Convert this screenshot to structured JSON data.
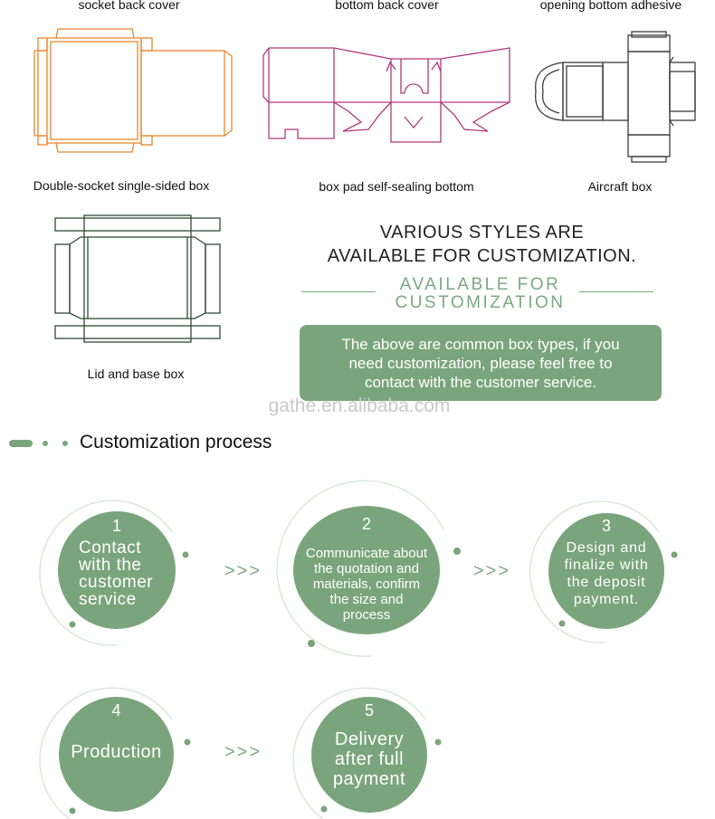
{
  "top_captions": {
    "left": "socket back cover",
    "middle": "bottom back cover",
    "right": "opening bottom adhesive"
  },
  "box_types": [
    {
      "label": "Double-socket single-sided box",
      "color": "#e8872f"
    },
    {
      "label": "box pad self-sealing bottom",
      "color": "#b0387a"
    },
    {
      "label": "Aircraft box",
      "color": "#3d3d3d"
    },
    {
      "label": "Lid and base box",
      "color": "#2f4a36"
    }
  ],
  "headline": {
    "line1": "VARIOUS STYLES ARE",
    "line2": "AVAILABLE FOR CUSTOMIZATION."
  },
  "available": {
    "line1": "AVAILABLE FOR",
    "line2": "CUSTOMIZATION"
  },
  "notice": {
    "line1": "The above are common box types, if you",
    "line2": "need customization, please feel free to",
    "line3": "contact with the customer service."
  },
  "watermark": "gathe.en.alibaba.com",
  "section_title": "Customization process",
  "steps": [
    {
      "num": "1",
      "lines": [
        "Contact",
        "with the",
        "customer",
        "service"
      ]
    },
    {
      "num": "2",
      "lines": [
        "Communicate about",
        "the quotation and",
        "materials, confirm",
        "the size and",
        "process"
      ]
    },
    {
      "num": "3",
      "lines": [
        "Design and",
        "finalize with",
        "the deposit",
        "payment."
      ]
    },
    {
      "num": "4",
      "lines": [
        "Production"
      ]
    },
    {
      "num": "5",
      "lines": [
        "Delivery",
        "after full",
        "payment"
      ]
    }
  ],
  "arrow": ">>>",
  "colors": {
    "accent": "#7aa57c",
    "accent_text": "#7aa982"
  }
}
